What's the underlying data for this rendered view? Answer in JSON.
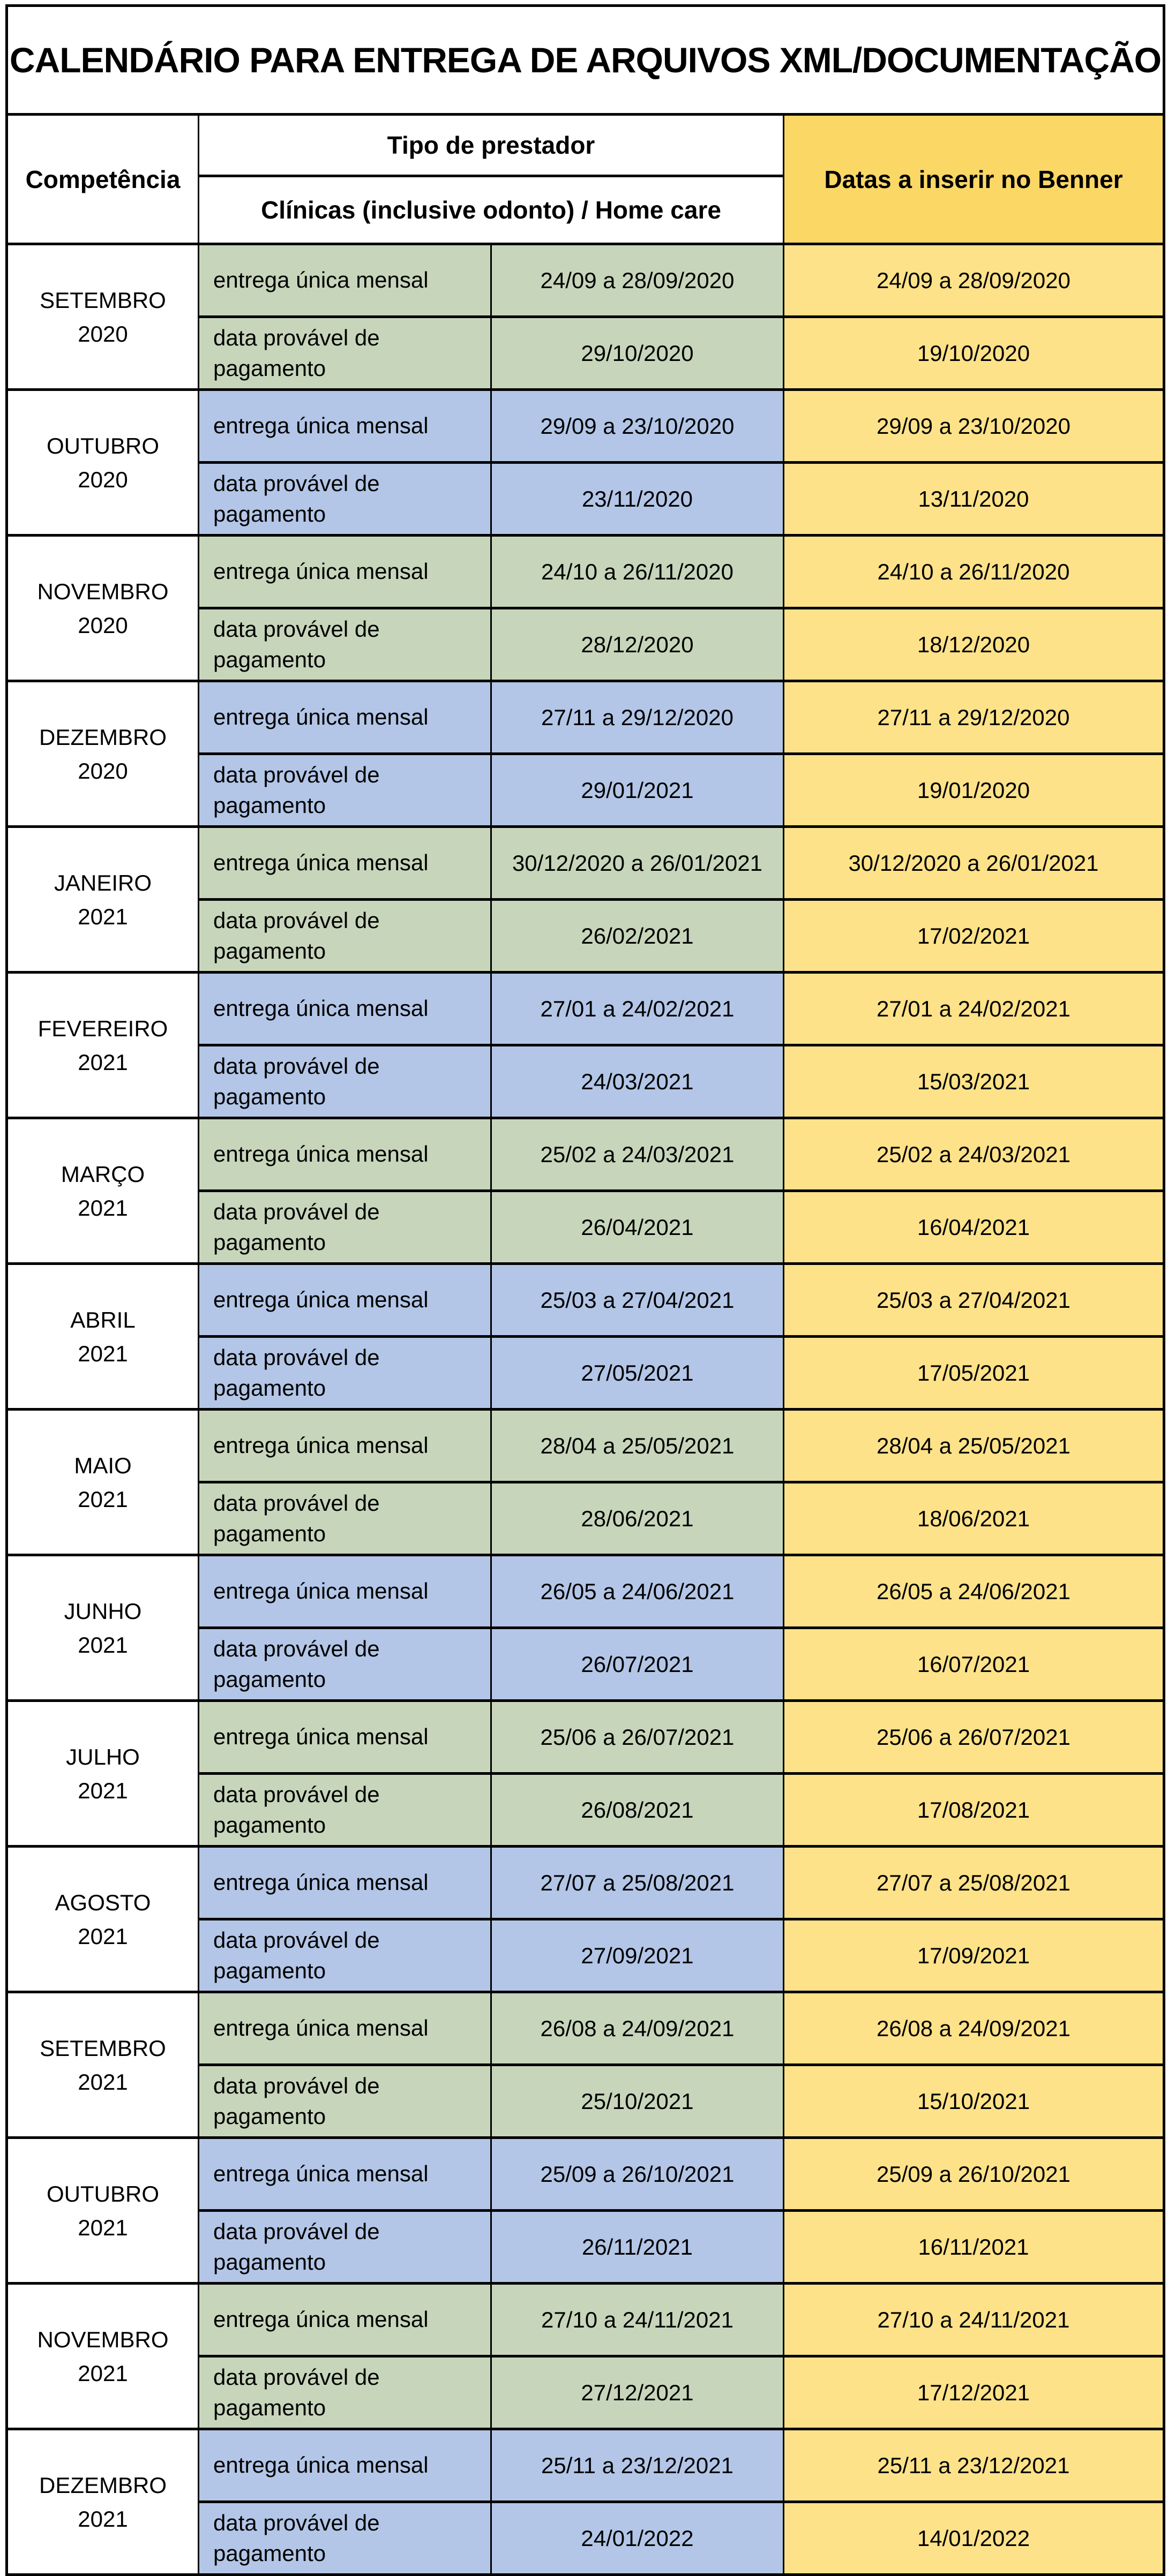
{
  "title": "CALENDÁRIO PARA ENTREGA DE ARQUIVOS XML/DOCUMENTAÇÃO",
  "header": {
    "competencia": "Competência",
    "tipo_de_prestador": "Tipo de prestador",
    "clinicas": "Clínicas (inclusive odonto) / Home care",
    "datas_benner": "Datas a inserir no Benner"
  },
  "row_labels": {
    "entrega": "entrega única mensal",
    "pagamento": "data provável de pagamento"
  },
  "colors": {
    "green": "#c7d6bb",
    "blue": "#b3c6e7",
    "yellow_body": "#fde289",
    "yellow_header": "#fbd765"
  },
  "months": [
    {
      "name": "SETEMBRO",
      "year": "2020",
      "color": "green",
      "entrega_periodo": "24/09 a 28/09/2020",
      "entrega_benner": "24/09 a 28/09/2020",
      "pagamento_data": "29/10/2020",
      "pagamento_benner": "19/10/2020"
    },
    {
      "name": "OUTUBRO",
      "year": "2020",
      "color": "blue",
      "entrega_periodo": "29/09 a 23/10/2020",
      "entrega_benner": "29/09 a 23/10/2020",
      "pagamento_data": "23/11/2020",
      "pagamento_benner": "13/11/2020"
    },
    {
      "name": "NOVEMBRO",
      "year": "2020",
      "color": "green",
      "entrega_periodo": "24/10 a 26/11/2020",
      "entrega_benner": "24/10 a 26/11/2020",
      "pagamento_data": "28/12/2020",
      "pagamento_benner": "18/12/2020"
    },
    {
      "name": "DEZEMBRO",
      "year": "2020",
      "color": "blue",
      "entrega_periodo": "27/11 a 29/12/2020",
      "entrega_benner": "27/11 a 29/12/2020",
      "pagamento_data": "29/01/2021",
      "pagamento_benner": "19/01/2020"
    },
    {
      "name": "JANEIRO",
      "year": "2021",
      "color": "green",
      "entrega_periodo": "30/12/2020 a 26/01/2021",
      "entrega_benner": "30/12/2020 a 26/01/2021",
      "pagamento_data": "26/02/2021",
      "pagamento_benner": "17/02/2021"
    },
    {
      "name": "FEVEREIRO",
      "year": "2021",
      "color": "blue",
      "entrega_periodo": "27/01 a 24/02/2021",
      "entrega_benner": "27/01 a 24/02/2021",
      "pagamento_data": "24/03/2021",
      "pagamento_benner": "15/03/2021"
    },
    {
      "name": "MARÇO",
      "year": "2021",
      "color": "green",
      "entrega_periodo": "25/02 a 24/03/2021",
      "entrega_benner": "25/02 a 24/03/2021",
      "pagamento_data": "26/04/2021",
      "pagamento_benner": "16/04/2021"
    },
    {
      "name": "ABRIL",
      "year": "2021",
      "color": "blue",
      "entrega_periodo": "25/03 a 27/04/2021",
      "entrega_benner": "25/03 a 27/04/2021",
      "pagamento_data": "27/05/2021",
      "pagamento_benner": "17/05/2021"
    },
    {
      "name": "MAIO",
      "year": "2021",
      "color": "green",
      "entrega_periodo": "28/04 a 25/05/2021",
      "entrega_benner": "28/04 a 25/05/2021",
      "pagamento_data": "28/06/2021",
      "pagamento_benner": "18/06/2021"
    },
    {
      "name": "JUNHO",
      "year": "2021",
      "color": "blue",
      "entrega_periodo": "26/05 a 24/06/2021",
      "entrega_benner": "26/05 a 24/06/2021",
      "pagamento_data": "26/07/2021",
      "pagamento_benner": "16/07/2021"
    },
    {
      "name": "JULHO",
      "year": "2021",
      "color": "green",
      "entrega_periodo": "25/06 a 26/07/2021",
      "entrega_benner": "25/06 a 26/07/2021",
      "pagamento_data": "26/08/2021",
      "pagamento_benner": "17/08/2021"
    },
    {
      "name": "AGOSTO",
      "year": "2021",
      "color": "blue",
      "entrega_periodo": "27/07 a 25/08/2021",
      "entrega_benner": "27/07 a 25/08/2021",
      "pagamento_data": "27/09/2021",
      "pagamento_benner": "17/09/2021"
    },
    {
      "name": "SETEMBRO",
      "year": "2021",
      "color": "green",
      "entrega_periodo": "26/08 a 24/09/2021",
      "entrega_benner": "26/08 a 24/09/2021",
      "pagamento_data": "25/10/2021",
      "pagamento_benner": "15/10/2021"
    },
    {
      "name": "OUTUBRO",
      "year": "2021",
      "color": "blue",
      "entrega_periodo": "25/09 a 26/10/2021",
      "entrega_benner": "25/09 a 26/10/2021",
      "pagamento_data": "26/11/2021",
      "pagamento_benner": "16/11/2021"
    },
    {
      "name": "NOVEMBRO",
      "year": "2021",
      "color": "green",
      "entrega_periodo": "27/10 a 24/11/2021",
      "entrega_benner": "27/10 a 24/11/2021",
      "pagamento_data": "27/12/2021",
      "pagamento_benner": "17/12/2021"
    },
    {
      "name": "DEZEMBRO",
      "year": "2021",
      "color": "blue",
      "entrega_periodo": "25/11 a 23/12/2021",
      "entrega_benner": "25/11 a 23/12/2021",
      "pagamento_data": "24/01/2022",
      "pagamento_benner": "14/01/2022"
    }
  ]
}
